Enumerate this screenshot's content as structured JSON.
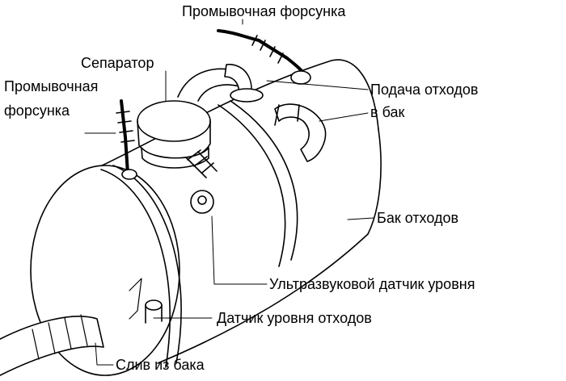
{
  "labels": {
    "washer_nozzle_top": "Промывочная форсунка",
    "separator": "Сепаратор",
    "washer_nozzle_left_1": "Промывочная",
    "washer_nozzle_left_2": "форсунка",
    "waste_inlet_1": "Подача отходов",
    "waste_inlet_2": "в бак",
    "waste_tank": "Бак отходов",
    "ultrasonic_sensor": "Ультразвуковой датчик уровня",
    "waste_level_sensor": "Датчик уровня отходов",
    "tank_drain": "Слив из бака"
  },
  "colors": {
    "line": "#000000",
    "background": "#ffffff"
  }
}
